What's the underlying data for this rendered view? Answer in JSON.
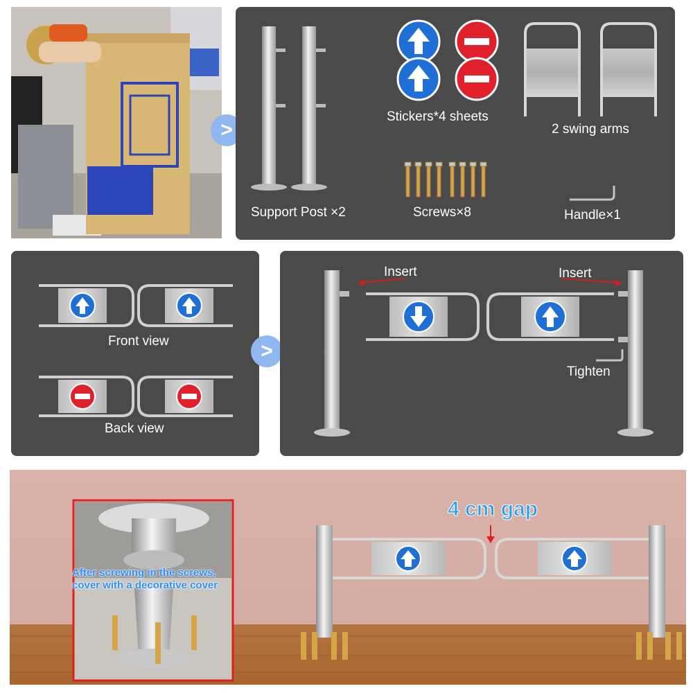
{
  "parts_panel": {
    "stickers_label": "Stickers*4 sheets",
    "swing_arms_label": "2 swing arms",
    "support_post_label": "Support Post ×2",
    "screws_label": "Screws×8",
    "handle_label": "Handle×1"
  },
  "views_panel": {
    "front_label": "Front view",
    "back_label": "Back view"
  },
  "assembly_panel": {
    "insert_left": "Insert",
    "insert_right": "Insert",
    "tighten_label": "Tighten"
  },
  "scene": {
    "gap_label": "4 cm gap",
    "caption_line1": "After screwing in the screws,",
    "caption_line2": "cover with a decorative cover"
  },
  "next_arrow": ">",
  "colors": {
    "panel_bg": "#4a4a4a",
    "sticker_blue": "#1f6fd6",
    "sticker_red": "#e0202a",
    "gap_text": "#2aa0e8",
    "caption_text": "#2f8fff",
    "wall": "#d4aca3",
    "floor": "#a9652f"
  }
}
